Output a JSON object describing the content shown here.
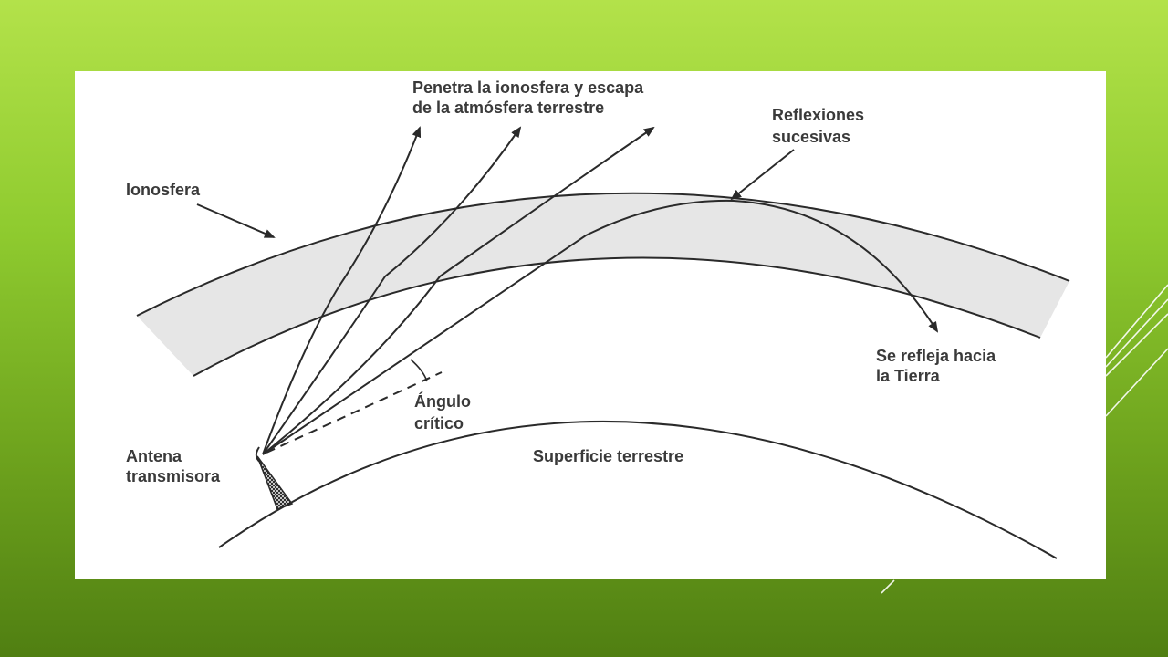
{
  "colors": {
    "background_top": "#b3e24a",
    "background_bottom": "#507f12",
    "panel": "#ffffff",
    "ionosphere_fill": "#e6e6e6",
    "line": "#2a2a2a"
  },
  "labels": {
    "penetra_line1": "Penetra la ionosfera y escapa",
    "penetra_line2": "de la atmósfera terrestre",
    "reflexiones_line1": "Reflexiones",
    "reflexiones_line2": "sucesivas",
    "ionosfera": "Ionosfera",
    "angulo_line1": "Ángulo",
    "angulo_line2": "crítico",
    "antena_line1": "Antena",
    "antena_line2": "transmisora",
    "superficie": "Superficie terrestre",
    "refleja_line1": "Se refleja hacia",
    "refleja_line2": "la Tierra"
  },
  "icons": {
    "antenna": "antenna-icon",
    "arrowhead": "arrowhead-icon"
  }
}
